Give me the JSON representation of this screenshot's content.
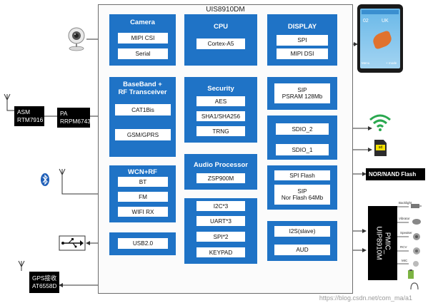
{
  "chip": {
    "title": "UIS8910DM"
  },
  "blocks": {
    "camera": {
      "title": "Camera",
      "items": [
        "MIPI CSI",
        "Serial"
      ]
    },
    "cpu": {
      "title": "CPU",
      "items": [
        "Cortex-A5"
      ]
    },
    "display": {
      "title": "DISPLAY",
      "items": [
        "SPI",
        "MIPI DSI"
      ]
    },
    "baseband": {
      "title_line1": "BaseBand +",
      "title_line2": "RF Transceiver",
      "items": [
        "CAT1Bis",
        "GSM/GPRS"
      ]
    },
    "security": {
      "title": "Security",
      "items": [
        "AES",
        "SHA1/SHA256",
        "TRNG"
      ]
    },
    "sip_psram": {
      "line1": "SIP",
      "line2": "PSRAM 128Mb"
    },
    "sdio": {
      "items": [
        "SDIO_2",
        "SDIO_1"
      ]
    },
    "wcn": {
      "title": "WCN+RF",
      "items": [
        "BT",
        "FM",
        "WIFI RX"
      ]
    },
    "audio": {
      "title": "Audio Processor",
      "items": [
        "ZSP900M"
      ]
    },
    "spiflash": {
      "item": "SPI Flash",
      "sip_line1": "SIP",
      "sip_line2": "Nor Flash 64Mb"
    },
    "usb": {
      "items": [
        "USB2.0"
      ]
    },
    "periph": {
      "items": [
        "I2C*3",
        "UART*3",
        "SPI*2",
        "KEYPAD"
      ]
    },
    "i2s": {
      "items": [
        "I2S(slave)",
        "AUD"
      ]
    }
  },
  "external": {
    "asm": {
      "line1": "ASM",
      "line2": "RTM7916"
    },
    "pa": {
      "line1": "PA",
      "line2": "RRPM6743"
    },
    "gps": {
      "line1": "GPS接收",
      "line2": "AT6558D"
    },
    "nor_nand": "NOR/NAND Flash",
    "pmic": {
      "line1": "PMIC_",
      "line2": "UIP8910M"
    },
    "sd_label": "sd",
    "phone": {
      "time": "02",
      "region": "UK",
      "left_soft": "Menu",
      "right_soft": "+ mode"
    },
    "pmic_peripherals": [
      "Backlight",
      "Vibrator",
      "Speaker",
      "RCV",
      "MIC"
    ]
  },
  "watermark": "https://blog.csdn.net/com_ma/a1",
  "colors": {
    "block_blue": "#1f73c6",
    "black_box": "#000000",
    "line": "#333333"
  }
}
